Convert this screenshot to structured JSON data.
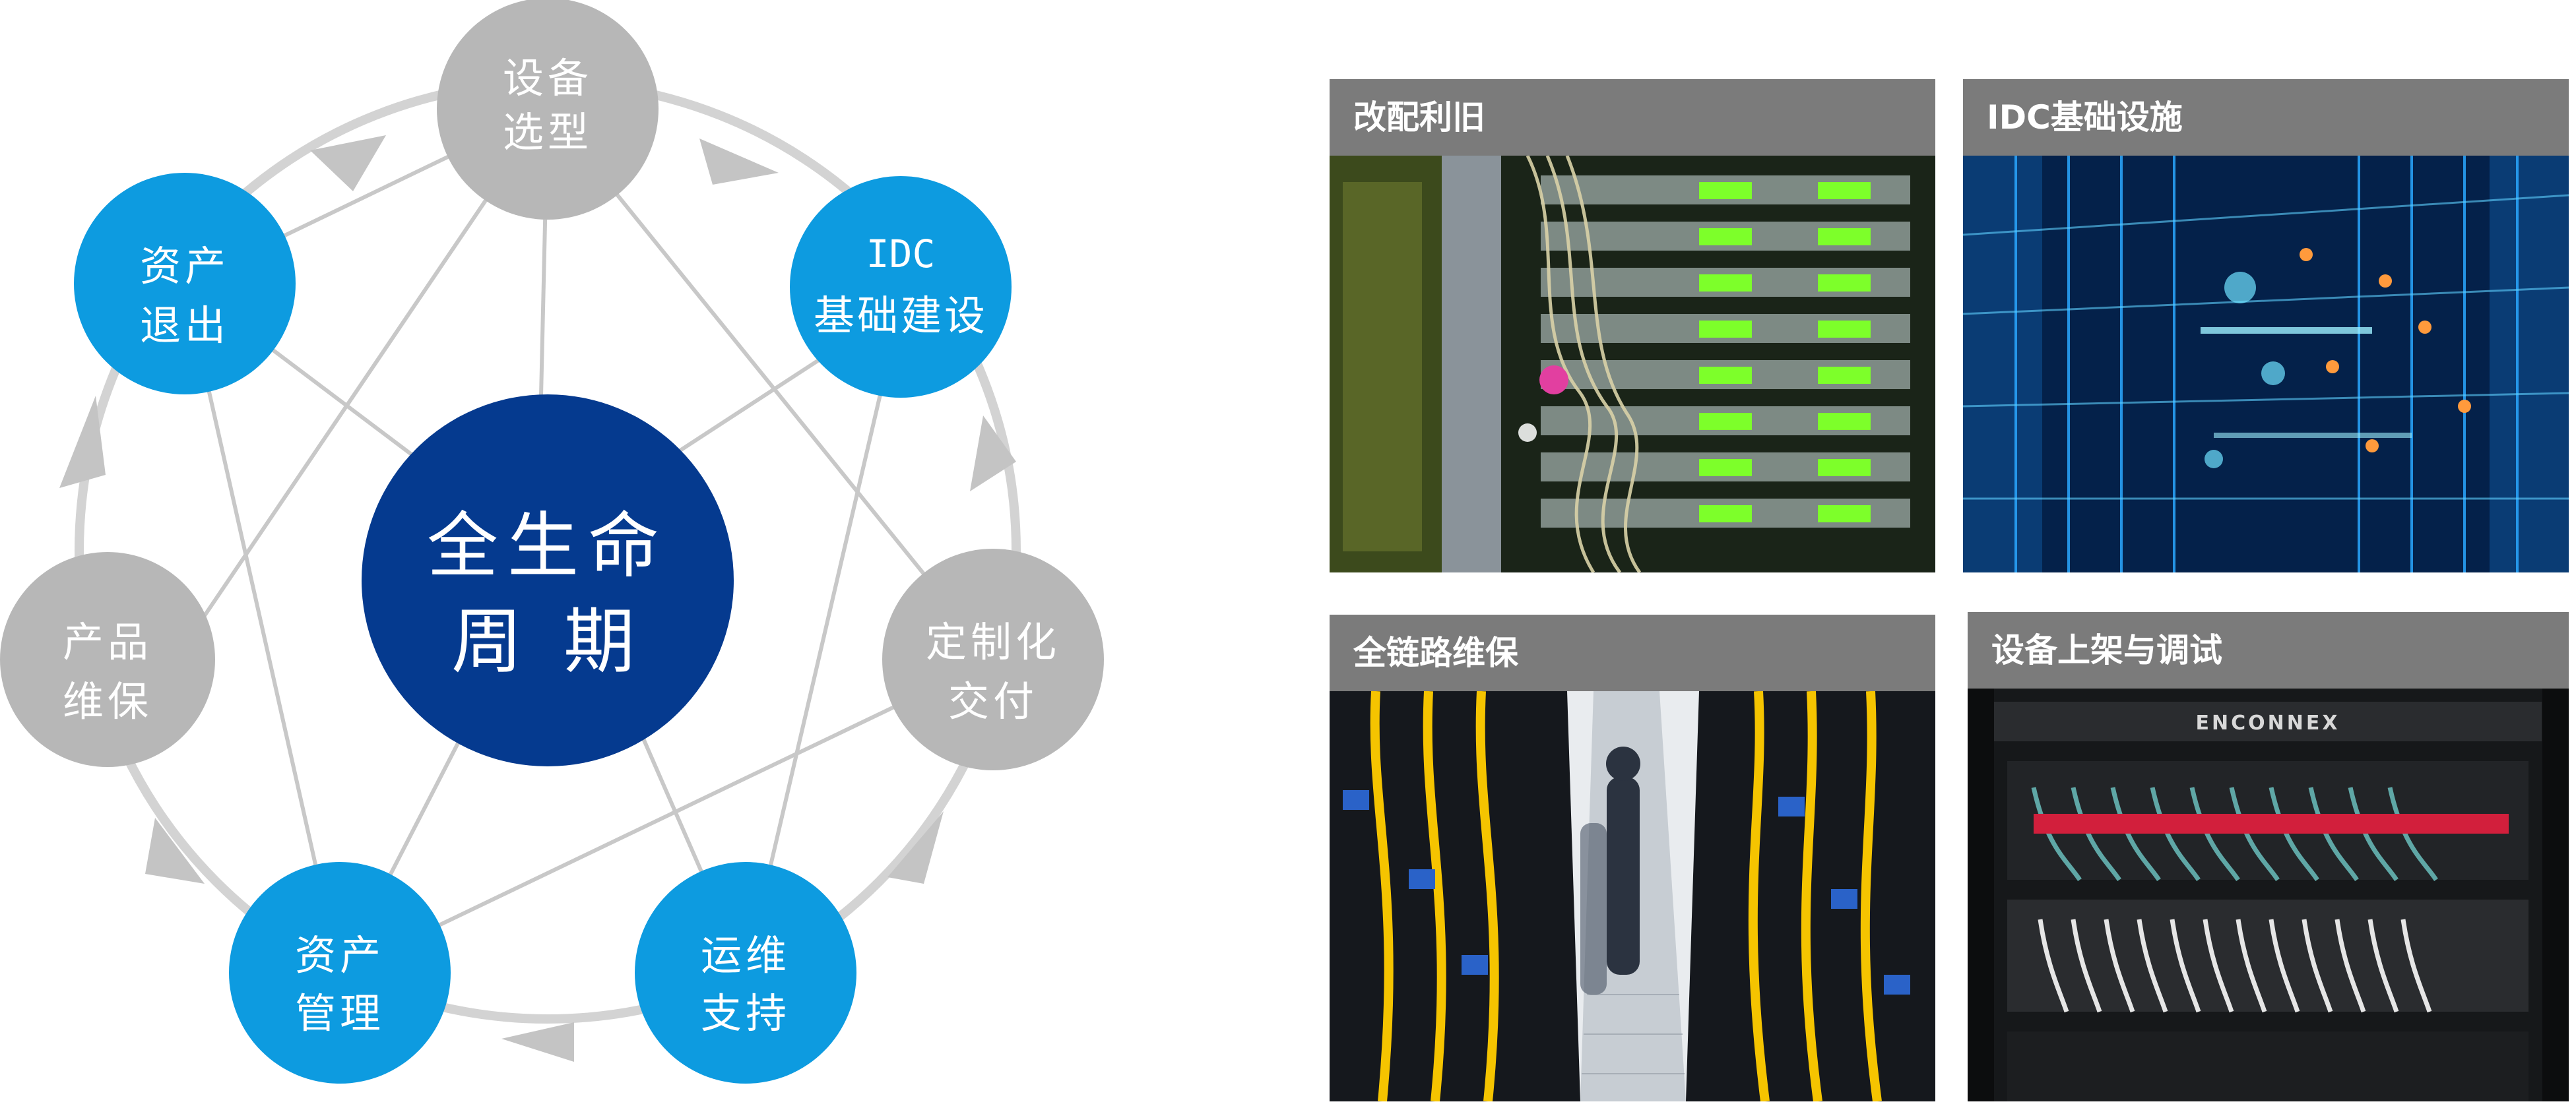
{
  "center": {
    "line1": "全生命",
    "line2": "周 期"
  },
  "nodes": [
    {
      "id": "equipment-selection",
      "line1": "设备",
      "line2": "选型",
      "color": "#b7b7b7"
    },
    {
      "id": "idc-infrastructure",
      "line1": "IDC",
      "line2": "基础建设",
      "color": "#0d9be0"
    },
    {
      "id": "custom-delivery",
      "line1": "定制化",
      "line2": "交付",
      "color": "#b7b7b7"
    },
    {
      "id": "operations-support",
      "line1": "运维",
      "line2": "支持",
      "color": "#0d9be0"
    },
    {
      "id": "asset-management",
      "line1": "资产",
      "line2": "管理",
      "color": "#0d9be0"
    },
    {
      "id": "product-maintenance",
      "line1": "产品",
      "line2": "维保",
      "color": "#b7b7b7"
    },
    {
      "id": "asset-exit",
      "line1": "资产",
      "line2": "退出",
      "color": "#0d9be0"
    }
  ],
  "colors": {
    "center": "#053a8f",
    "blue_node": "#0d9be0",
    "gray_node": "#b7b7b7",
    "connector": "#c8c8c8",
    "panel_header": "#7b7b7b"
  },
  "panels": [
    {
      "id": "refit-reuse",
      "title": "改配利旧",
      "photo": "server-rack-green-lights"
    },
    {
      "id": "idc-facilities",
      "title": "IDC基础设施",
      "photo": "blue-digital-datacenter"
    },
    {
      "id": "full-link-maintenance",
      "title": "全链路维保",
      "photo": "datacenter-aisle-yellow-cables"
    },
    {
      "id": "rack-install-debug",
      "title": "设备上架与调试",
      "photo": "rack-patch-panel",
      "rack_label": "ENCONNEX"
    }
  ]
}
